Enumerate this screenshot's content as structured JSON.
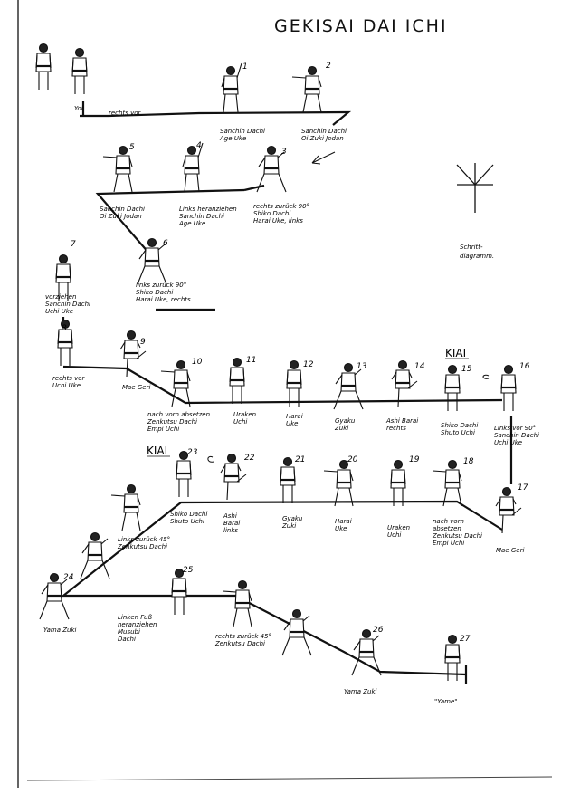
{
  "title": "GEKISAI DAI ICHI",
  "kiai": "KIAI",
  "diagram_label": [
    "Schritt-",
    "diagramm."
  ],
  "labels": {
    "yoi": [
      "Yoi"
    ],
    "rechts_vor_top": [
      "rechts vor"
    ],
    "s1": [
      "Sanchin Dachi",
      "Age Uke"
    ],
    "s2": [
      "Sanchin Dachi",
      "Oi Zuki Jodan"
    ],
    "s3": [
      "rechts zurück 90°",
      "Shiko Dachi",
      "Harai Uke, links"
    ],
    "s4": [
      "Links heranziehen",
      "Sanchin Dachi",
      "Age Uke"
    ],
    "s5": [
      "Sanchin Dachi",
      "Oi Zuki Jodan"
    ],
    "s6": [
      "links zurück 90°",
      "Shiko Dachi",
      "Harai Uke, rechts"
    ],
    "s7": [
      "vorziehen",
      "Sanchin Dachi",
      "Uchi Uke"
    ],
    "s8": [
      "rechts vor",
      "Uchi Uke"
    ],
    "s9": [
      "Mae Geri"
    ],
    "s10": [
      "nach vorn absetzen",
      "Zenkutsu Dachi",
      "Empi Uchi"
    ],
    "s11": [
      "Uraken",
      "Uchi"
    ],
    "s12": [
      "Harai",
      "Uke"
    ],
    "s13": [
      "Gyaku",
      "Zuki"
    ],
    "s14": [
      "Ashi Barai",
      "rechts"
    ],
    "s15": [
      "Shiko Dachi",
      "Shuto Uchi"
    ],
    "s16": [
      "Links vor 90°",
      "Sanchin Dachi",
      "Uchi Uke"
    ],
    "s17": [
      "Mae Geri"
    ],
    "s18": [
      "nach vorn",
      "absetzen",
      "Zenkutsu Dachi",
      "Empi Uchi"
    ],
    "s19": [
      "Uraken",
      "Uchi"
    ],
    "s20": [
      "Harai",
      "Uke"
    ],
    "s21": [
      "Gyaku",
      "Zuki"
    ],
    "s22": [
      "Ashi",
      "Barai",
      "links"
    ],
    "s23": [
      "Shiko Dachi",
      "Shuto Uchi"
    ],
    "s_links45": [
      "Links zurück 45°",
      "Zenkutsu Dachi"
    ],
    "s24": [
      "Yama Zuki"
    ],
    "s25": [
      "Linken Fuß",
      "heranziehen",
      "Musubi",
      "Dachi"
    ],
    "s_rechts45": [
      "rechts zurück 45°",
      "Zenkutsu Dachi"
    ],
    "s26": [
      "Yama Zuki"
    ],
    "s27": [
      "\"Yame\""
    ]
  },
  "numbers": [
    "1",
    "2",
    "3",
    "4",
    "5",
    "6",
    "7",
    "8",
    "9",
    "10",
    "11",
    "12",
    "13",
    "14",
    "15",
    "16",
    "17",
    "18",
    "19",
    "20",
    "21",
    "22",
    "23",
    "24",
    "25",
    "26",
    "27"
  ]
}
